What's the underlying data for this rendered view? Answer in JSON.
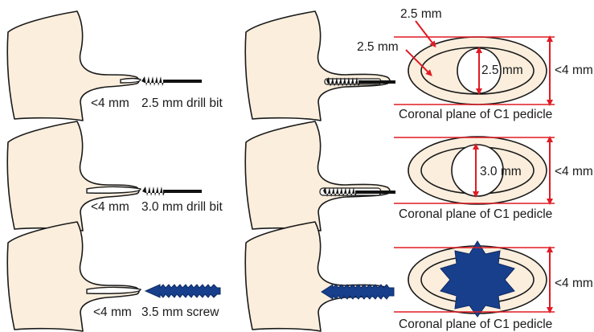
{
  "rows": [
    {
      "width_label": "<4 mm",
      "tool_label": "2.5 mm drill bit",
      "tool_kind": "drill",
      "hole_label": "2.5 mm",
      "canal_label": "2.5 mm",
      "wall_label": "2.5 mm",
      "height_label": "<4 mm",
      "plane_label": "Coronal plane of C1 pedicle"
    },
    {
      "width_label": "<4 mm",
      "tool_label": "3.0 mm drill bit",
      "tool_kind": "drill",
      "hole_label": "3.0 mm",
      "height_label": "<4 mm",
      "plane_label": "Coronal plane of C1 pedicle"
    },
    {
      "width_label": "<4 mm",
      "tool_label": "3.5 mm screw",
      "tool_kind": "screw",
      "height_label": "<4 mm",
      "plane_label": "Coronal plane of C1 pedicle"
    }
  ],
  "colors": {
    "bone_fill": "#fbeedd",
    "outline": "#1a1a1a",
    "measure_red": "#e01b24",
    "drill_black": "#111111",
    "screw_blue": "#173f8c"
  }
}
